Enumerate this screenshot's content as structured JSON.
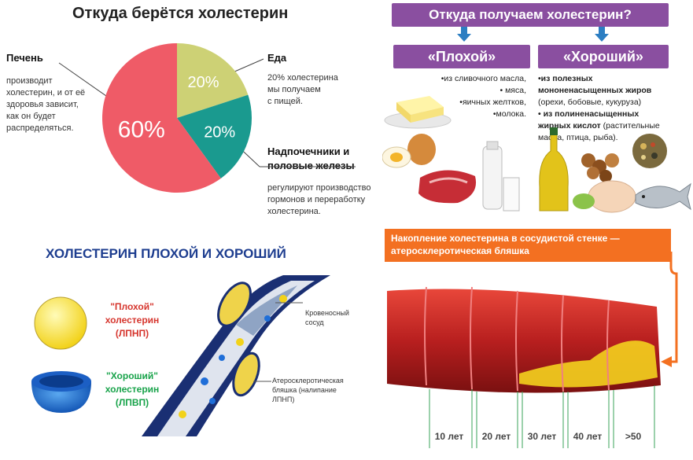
{
  "pie_section": {
    "title": "Откуда берётся холестерин",
    "liver": {
      "heading": "Печень",
      "text": [
        "производит",
        "холестерин, и от её",
        "здоровья зависит,",
        "как он будет",
        "распределяться."
      ]
    },
    "food": {
      "heading": "Еда",
      "text": [
        "20% холестерина",
        "мы получаем",
        "с пищей."
      ]
    },
    "glands": {
      "heading": [
        "Надпочечники и",
        "половые железы"
      ],
      "text": [
        "регулируют производство",
        "гормонов и переработку",
        "холестерина."
      ]
    },
    "chart_data": {
      "type": "pie",
      "labels": [
        "60%",
        "20%",
        "20%"
      ],
      "values": [
        60,
        20,
        20
      ],
      "colors": [
        "#ef5b67",
        "#cdd175",
        "#1a9a8f"
      ]
    }
  },
  "source_section": {
    "title": "Откуда получаем холестерин?",
    "bad_label": "«Плохой»",
    "good_label": "«Хороший»",
    "bad_items": [
      "•из сливочного масла,",
      "• мяса,",
      "•яичных желтков,",
      "•молока."
    ],
    "good_lines": [
      {
        "bold": "•из полезных",
        "rest": ""
      },
      {
        "bold": "мононенасыщенных жиров",
        "rest": ""
      },
      {
        "bold": "",
        "rest": "(орехи, бобовые, кукуруза)"
      },
      {
        "bold": "• из полиненасыщенных",
        "rest": ""
      },
      {
        "bold": "жирных кислот",
        "rest": " (растительные"
      },
      {
        "bold": "",
        "rest": "масла, птица, рыба)."
      }
    ]
  },
  "vessel_section": {
    "title": "ХОЛЕСТЕРИН ПЛОХОЙ И ХОРОШИЙ",
    "bad": [
      "\"Плохой\"",
      "холестерин",
      "(ЛПНП)"
    ],
    "good": [
      "\"Хороший\"",
      "холестерин",
      "(ЛПВП)"
    ],
    "vessel_label": [
      "Кровеносный",
      "сосуд"
    ],
    "plaque_label": [
      "Атеросклеротическая",
      "бляшка (налипание",
      "ЛПНП)"
    ],
    "colors": {
      "bad": "#d6362e",
      "good": "#18a34a"
    }
  },
  "artery_section": {
    "banner": [
      "Накопление холестерина в сосудистой стенке —",
      "атеросклеротическая бляшка"
    ],
    "years": [
      "10 лет",
      "20 лет",
      "30 лет",
      "40 лет",
      ">50"
    ]
  }
}
